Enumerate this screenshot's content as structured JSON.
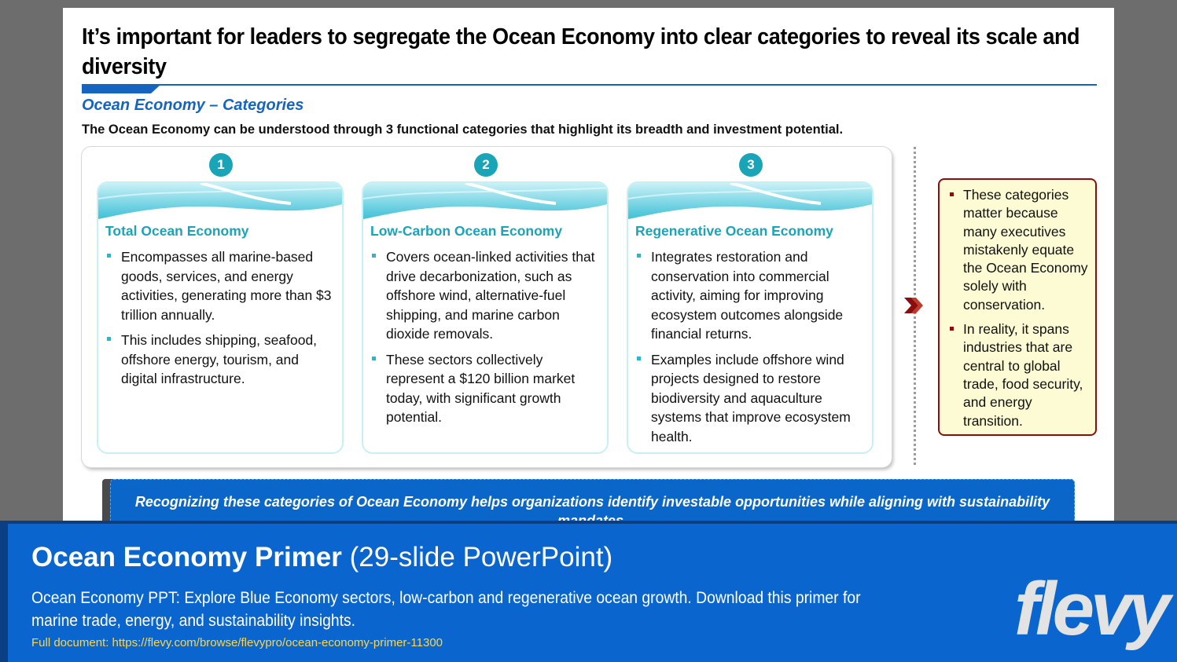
{
  "slide": {
    "title": "It’s important for leaders to segregate the Ocean Economy into clear categories to reveal its scale and diversity",
    "subtitle": "Ocean Economy – Categories",
    "lead": "The Ocean Economy can be understood through 3 functional categories that highlight its breadth and investment potential.",
    "cards": [
      {
        "number": "1",
        "title": "Total Ocean Economy",
        "bullets": [
          "Encompasses all marine-based goods, services, and energy activities, generating more than $3 trillion annually.",
          "This includes shipping, seafood, offshore energy, tourism, and digital infrastructure."
        ]
      },
      {
        "number": "2",
        "title": "Low-Carbon Ocean Economy",
        "bullets": [
          "Covers ocean-linked activities that drive decarbonization, such as offshore wind, alternative-fuel shipping, and marine carbon dioxide removals.",
          "These sectors collectively represent a $120 billion market today, with significant growth potential."
        ]
      },
      {
        "number": "3",
        "title": "Regenerative Ocean Economy",
        "bullets": [
          "Integrates restoration and conservation into commercial activity, aiming for improving ecosystem outcomes alongside financial returns.",
          "Examples include offshore wind projects designed to restore biodiversity and aquaculture systems that improve ecosystem health."
        ]
      }
    ],
    "note": [
      "These categories matter because many executives mistakenly equate the Ocean Economy solely with conservation.",
      "In reality, it spans industries that are central to global trade, food security, and energy transition."
    ],
    "callout": "Recognizing these categories of Ocean Economy helps organizations identify investable opportunities while aligning with sustainability mandates."
  },
  "banner": {
    "title_bold": "Ocean Economy Primer",
    "title_rest": " (29-slide PowerPoint)",
    "description": "Ocean Economy PPT: Explore Blue Economy sectors, low-carbon and regenerative ocean growth. Download this primer for marine trade, energy, and sustainability insights.",
    "link": "Full document: https://flevy.com/browse/flevypro/ocean-economy-primer-11300",
    "logo": "flevy"
  },
  "colors": {
    "accent_blue": "#1565c0",
    "teal": "#1aa4b8",
    "note_border": "#8b0e0e",
    "note_fill": "#fdfbd3",
    "banner_blue": "#0a66ce"
  }
}
